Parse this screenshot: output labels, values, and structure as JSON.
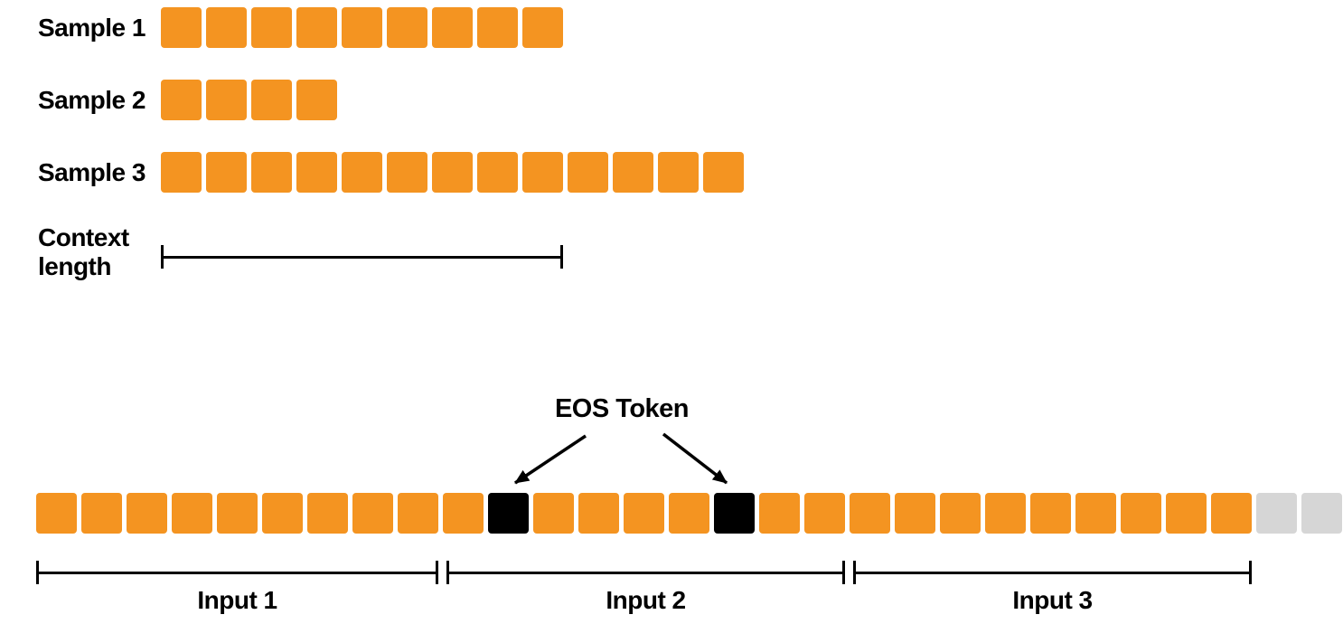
{
  "diagram": {
    "top": {
      "samples": [
        {
          "label": "Sample 1",
          "token_count": 9
        },
        {
          "label": "Sample 2",
          "token_count": 4
        },
        {
          "label": "Sample 3",
          "token_count": 13
        }
      ],
      "context_label": "Context\nlength",
      "context_token_span": 9
    },
    "bottom": {
      "eos_label": "EOS Token",
      "packed_tokens": [
        "token",
        "token",
        "token",
        "token",
        "token",
        "token",
        "token",
        "token",
        "token",
        "token",
        "eos",
        "token",
        "token",
        "token",
        "token",
        "eos",
        "token",
        "token",
        "token",
        "token",
        "token",
        "token",
        "token",
        "token",
        "token",
        "token",
        "token",
        "pad",
        "pad"
      ],
      "inputs": [
        {
          "label": "Input 1",
          "token_count": 9
        },
        {
          "label": "Input 2",
          "token_count": 9
        },
        {
          "label": "Input 3",
          "token_count": 9
        }
      ]
    },
    "colors": {
      "token": "#F49421",
      "eos": "#000000",
      "padding": "#D6D6D6",
      "line": "#000000"
    }
  }
}
